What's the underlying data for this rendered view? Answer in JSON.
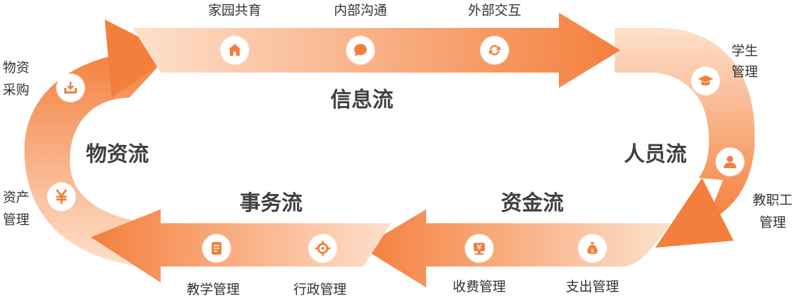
{
  "flows": {
    "info": "信息流",
    "people": "人员流",
    "fund": "资金流",
    "affairs": "事务流",
    "material": "物资流"
  },
  "nodes": {
    "family": "家园共育",
    "internal": "内部沟通",
    "external": "外部交互",
    "student_l1": "学生",
    "student_l2": "管理",
    "staff_l1": "教职工",
    "staff_l2": "管理",
    "payout": "支出管理",
    "fees": "收费管理",
    "admin": "行政管理",
    "teaching": "教学管理",
    "asset_l1": "资产",
    "asset_l2": "管理",
    "purchase_l1": "物资",
    "purchase_l2": "采购"
  },
  "icons": {
    "family": "home-icon",
    "internal": "chat-bubble-icon",
    "external": "sync-icon",
    "student": "graduation-cap-icon",
    "staff": "person-icon",
    "payout": "money-bag-icon",
    "fees": "yuan-register-icon",
    "admin": "target-icon",
    "teaching": "document-icon",
    "asset": "yuan-icon",
    "purchase": "inbox-download-icon"
  },
  "colors": {
    "accent": "#f47f3c",
    "accent_light": "#fde2cf",
    "text": "#333333",
    "flow_text": "#404040"
  }
}
